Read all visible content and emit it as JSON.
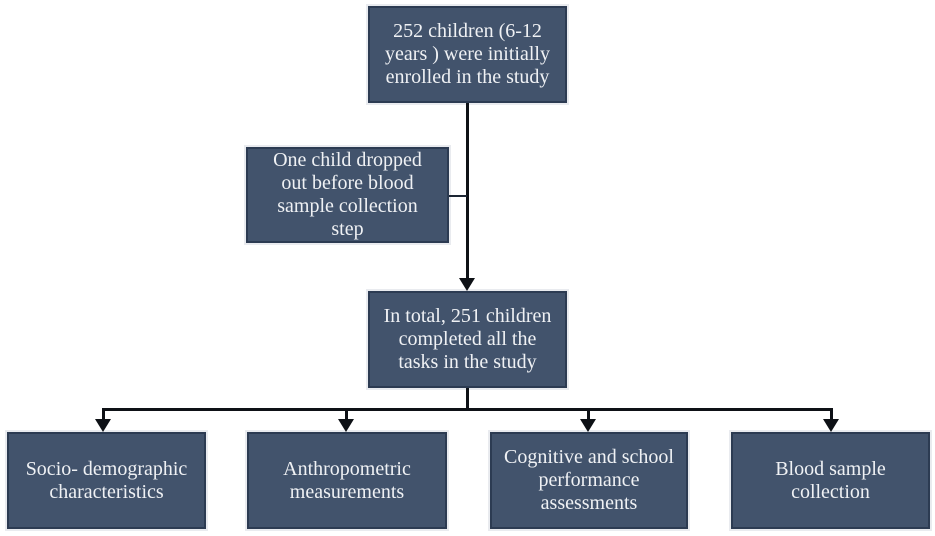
{
  "diagram": {
    "type": "flowchart",
    "colors": {
      "box_fill": "#42536C",
      "box_border": "#2C3B52",
      "box_halo": "#E9EBEF",
      "box_text": "#EFF1F4",
      "connector_line": "#0E1116",
      "side_connector_line": "#1C2634",
      "background": "#FFFFFF"
    },
    "nodes": {
      "enrolled": {
        "label": "252 children (6-12\nyears ) were initially\nenrolled in the study"
      },
      "dropout": {
        "label": "One child dropped\nout before blood\nsample collection\nstep"
      },
      "completed": {
        "label": "In total, 251 children\ncompleted all the\ntasks in the study"
      },
      "socio_demographic": {
        "label": "Socio- demographic\ncharacteristics"
      },
      "anthropometric": {
        "label": "Anthropometric\nmeasurements"
      },
      "cognitive": {
        "label": "Cognitive and school\nperformance\nassessments"
      },
      "blood_sample": {
        "label": "Blood sample\ncollection"
      }
    }
  }
}
